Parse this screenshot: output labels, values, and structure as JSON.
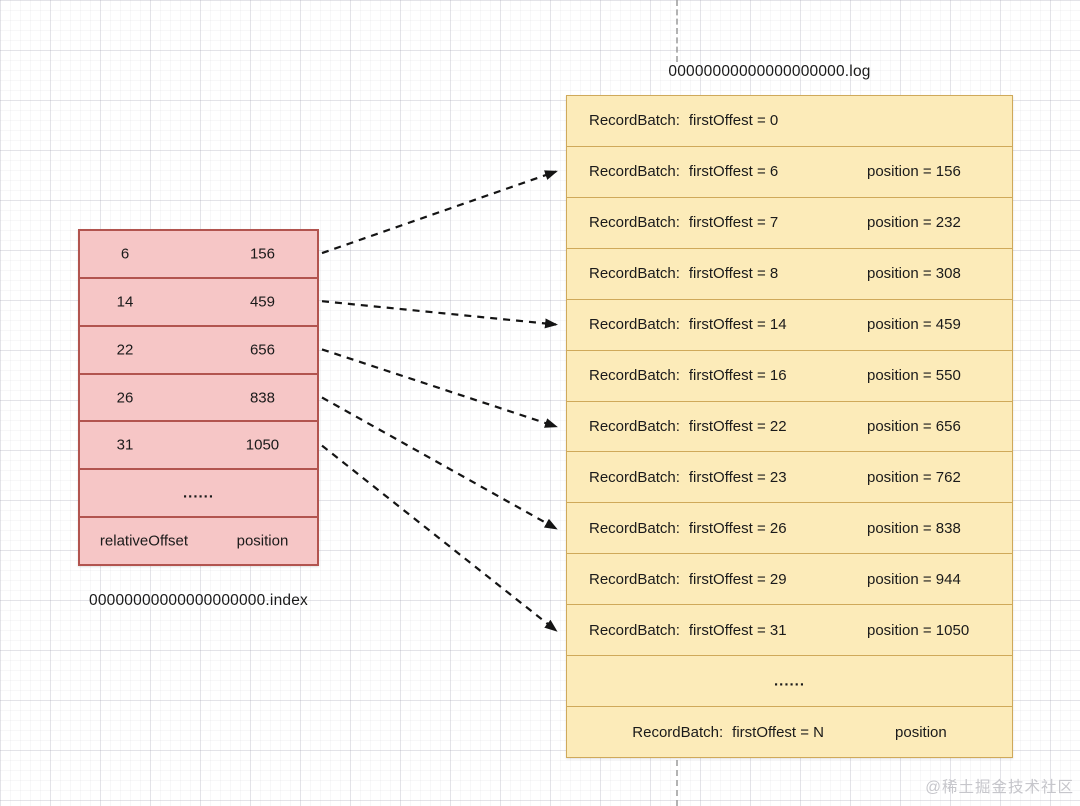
{
  "index_file": {
    "title": "00000000000000000000.index",
    "column_labels": {
      "col1": "relativeOffset",
      "col2": "position"
    },
    "rows": [
      {
        "type": "data",
        "relative_offset": "6",
        "position": "156"
      },
      {
        "type": "data",
        "relative_offset": "14",
        "position": "459"
      },
      {
        "type": "data",
        "relative_offset": "22",
        "position": "656"
      },
      {
        "type": "data",
        "relative_offset": "26",
        "position": "838"
      },
      {
        "type": "data",
        "relative_offset": "31",
        "position": "1050"
      },
      {
        "type": "ellipsis",
        "text": "......"
      },
      {
        "type": "footer",
        "relative_offset": "relativeOffset",
        "position": "position"
      }
    ]
  },
  "log_file": {
    "title": "00000000000000000000.log",
    "rows": [
      {
        "type": "data",
        "prefix": "RecordBatch:",
        "offset": "firstOffest = 0",
        "position": ""
      },
      {
        "type": "data",
        "prefix": "RecordBatch:",
        "offset": "firstOffest = 6",
        "position": "position = 156"
      },
      {
        "type": "data",
        "prefix": "RecordBatch:",
        "offset": "firstOffest = 7",
        "position": "position = 232"
      },
      {
        "type": "data",
        "prefix": "RecordBatch:",
        "offset": "firstOffest = 8",
        "position": "position = 308"
      },
      {
        "type": "data",
        "prefix": "RecordBatch:",
        "offset": "firstOffest = 14",
        "position": "position = 459"
      },
      {
        "type": "data",
        "prefix": "RecordBatch:",
        "offset": "firstOffest = 16",
        "position": "position = 550"
      },
      {
        "type": "data",
        "prefix": "RecordBatch:",
        "offset": "firstOffest = 22",
        "position": "position = 656"
      },
      {
        "type": "data",
        "prefix": "RecordBatch:",
        "offset": "firstOffest = 23",
        "position": "position = 762"
      },
      {
        "type": "data",
        "prefix": "RecordBatch:",
        "offset": "firstOffest = 26",
        "position": "position = 838"
      },
      {
        "type": "data",
        "prefix": "RecordBatch:",
        "offset": "firstOffest = 29",
        "position": "position = 944"
      },
      {
        "type": "data",
        "prefix": "RecordBatch:",
        "offset": "firstOffest = 31",
        "position": "position = 1050"
      },
      {
        "type": "ellipsis",
        "text": "......"
      },
      {
        "type": "center",
        "prefix": "RecordBatch:",
        "offset": "firstOffest = N",
        "position": "position"
      }
    ]
  },
  "arrows": [
    {
      "from_index_row": 0,
      "to_log_row": 1
    },
    {
      "from_index_row": 1,
      "to_log_row": 4
    },
    {
      "from_index_row": 2,
      "to_log_row": 6
    },
    {
      "from_index_row": 3,
      "to_log_row": 8
    },
    {
      "from_index_row": 4,
      "to_log_row": 10
    }
  ],
  "watermark": "@稀土掘金技术社区",
  "colors": {
    "index_fill": "#f6c6c6",
    "index_border": "#b2544f",
    "log_fill": "#fcebb9",
    "log_border": "#cfa95a",
    "arrow": "#141414"
  }
}
